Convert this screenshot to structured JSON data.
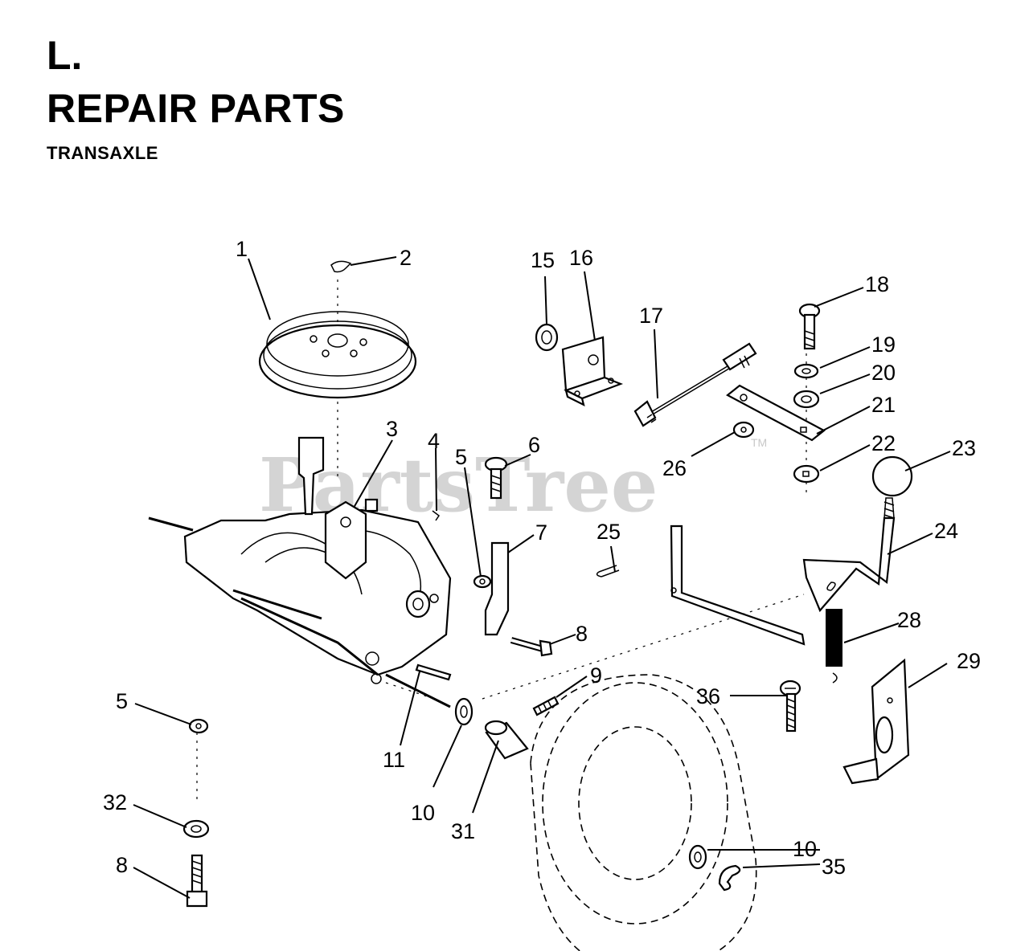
{
  "header": {
    "section": "L.",
    "title": "REPAIR PARTS",
    "subtitle": "TRANSAXLE"
  },
  "watermark": {
    "text": "PartsTree",
    "tm": "TM"
  },
  "callouts": [
    "1",
    "2",
    "3",
    "4",
    "5",
    "6",
    "7",
    "8",
    "9",
    "10",
    "11",
    "15",
    "16",
    "17",
    "18",
    "19",
    "20",
    "21",
    "22",
    "23",
    "24",
    "25",
    "26",
    "28",
    "29",
    "31",
    "32",
    "5",
    "8",
    "10",
    "35",
    "36"
  ]
}
